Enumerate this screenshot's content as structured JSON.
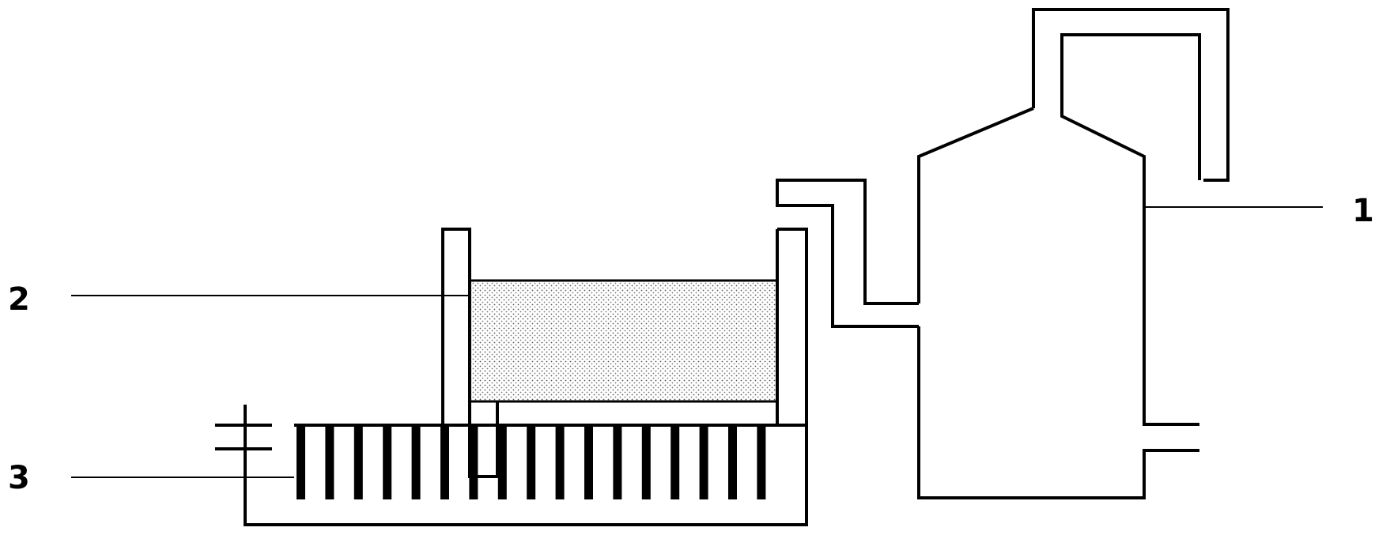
{
  "figure": {
    "background_color": "#ffffff",
    "line_color": "#000000",
    "labels": [
      {
        "id": "label-1",
        "text": "1"
      },
      {
        "id": "label-2",
        "text": "2"
      },
      {
        "id": "label-3",
        "text": "3"
      }
    ]
  }
}
